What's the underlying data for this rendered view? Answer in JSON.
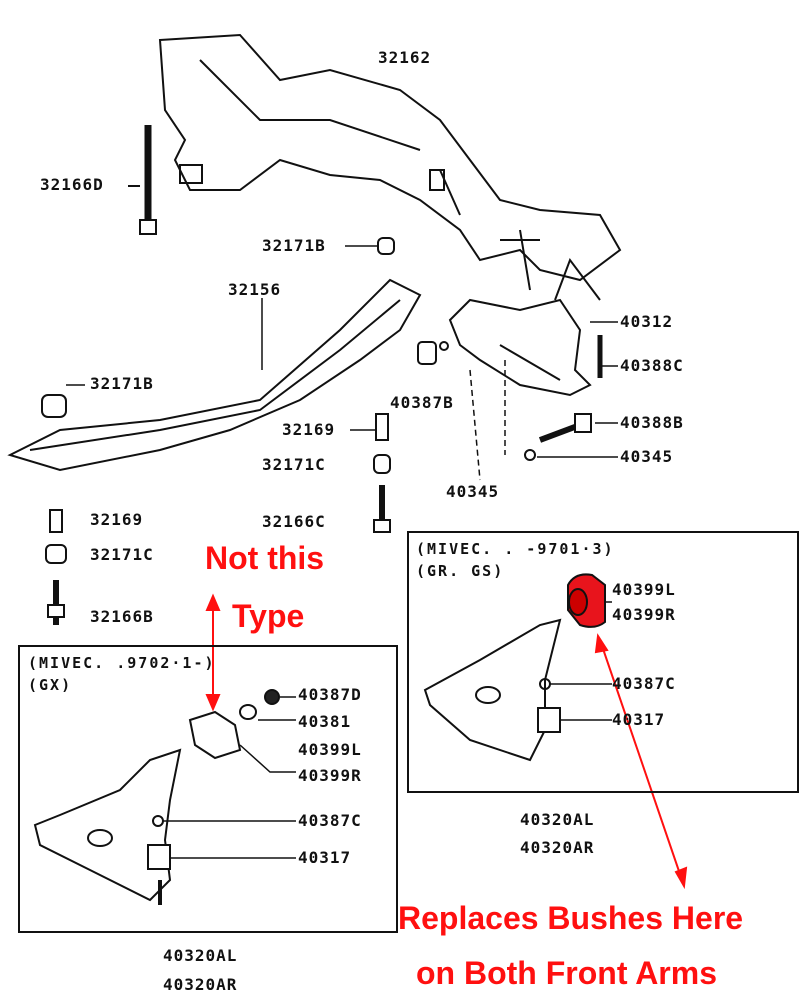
{
  "parts": {
    "p32162": "32162",
    "p32166D": "32166D",
    "p32171B_a": "32171B",
    "p32156": "32156",
    "p40312": "40312",
    "p40388C": "40388C",
    "p32171B_b": "32171B",
    "p40387B": "40387B",
    "p40388B": "40388B",
    "p32169_a": "32169",
    "p32171C_a": "32171C",
    "p40345_a": "40345",
    "p40345_b": "40345",
    "p32169_b": "32169",
    "p32166C": "32166C",
    "p32171C_b": "32171C",
    "p32166B": "32166B"
  },
  "left_box": {
    "header_line1": "(MIVEC. .9702·1-)",
    "header_line2": "(GX)",
    "p40387D": "40387D",
    "p40381": "40381",
    "p40399L": "40399L",
    "p40399R": "40399R",
    "p40387C": "40387C",
    "p40317": "40317",
    "p40320AL": "40320AL",
    "p40320AR": "40320AR"
  },
  "right_box": {
    "header_line1": "(MIVEC. . -9701·3)",
    "header_line2": "(GR. GS)",
    "p40399L": "40399L",
    "p40399R": "40399R",
    "p40387C": "40387C",
    "p40317": "40317",
    "p40320AL": "40320AL",
    "p40320AR": "40320AR"
  },
  "annotations": {
    "not_this_line1": "Not this",
    "not_this_line2": "Type",
    "replaces_line1": "Replaces Bushes Here",
    "replaces_line2": "on Both Front Arms"
  },
  "colors": {
    "annotation": "#ff1010",
    "highlight_bush": "#e8141c"
  }
}
